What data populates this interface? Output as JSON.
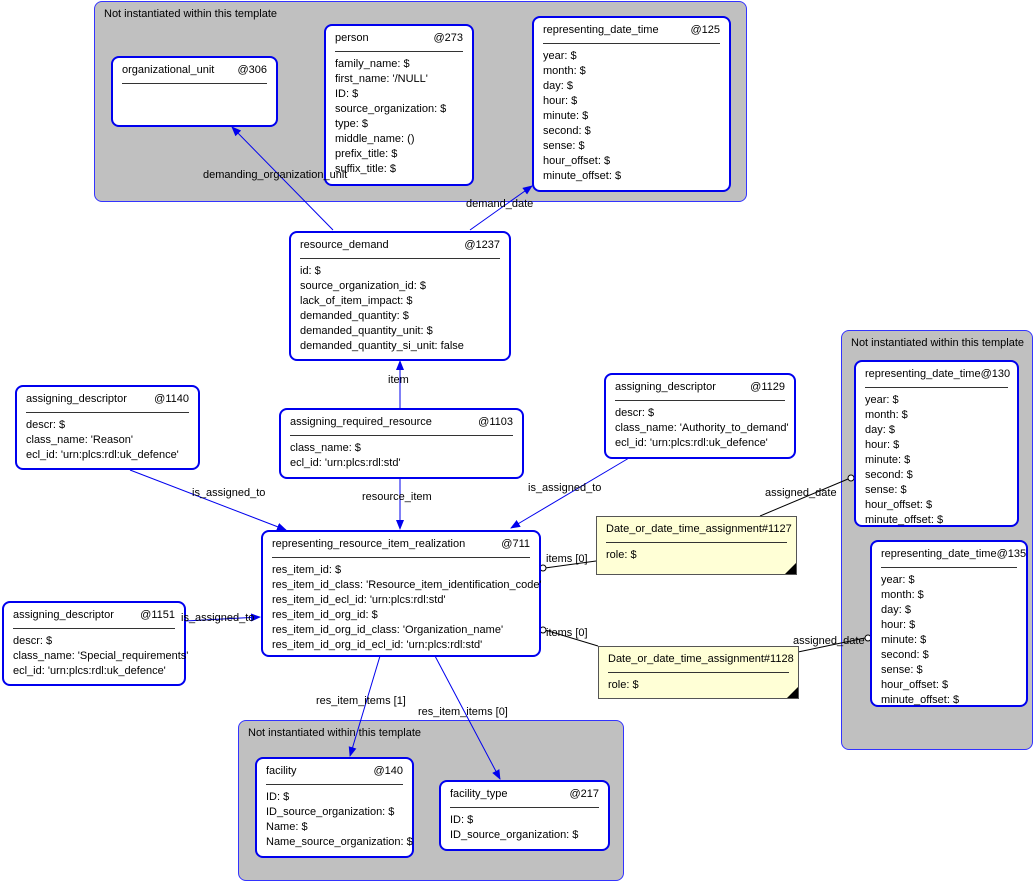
{
  "groups": {
    "top": "Not instantiated within this template",
    "right": "Not instantiated within this template",
    "bottom": "Not instantiated within this template"
  },
  "entities": {
    "org_unit": {
      "name": "organizational_unit",
      "ref": "@306",
      "attrs": []
    },
    "person": {
      "name": "person",
      "ref": "@273",
      "attrs": [
        "family_name: $",
        "first_name: '/NULL'",
        "ID: $",
        "source_organization: $",
        "type: $",
        "middle_name: ()",
        "prefix_title: $",
        "suffix_title: $"
      ]
    },
    "rdt125": {
      "name": "representing_date_time",
      "ref": "@125",
      "attrs": [
        "year: $",
        "month: $",
        "day: $",
        "hour: $",
        "minute: $",
        "second: $",
        "sense: $",
        "hour_offset: $",
        "minute_offset: $"
      ]
    },
    "resource_demand": {
      "name": "resource_demand",
      "ref": "@1237",
      "attrs": [
        "id: $",
        "source_organization_id: $",
        "lack_of_item_impact: $",
        "demanded_quantity: $",
        "demanded_quantity_unit: $",
        "demanded_quantity_si_unit: false"
      ]
    },
    "arr": {
      "name": "assigning_required_resource",
      "ref": "@1103",
      "attrs": [
        "class_name: $",
        "ecl_id: 'urn:plcs:rdl:std'"
      ]
    },
    "ad1140": {
      "name": "assigning_descriptor",
      "ref": "@1140",
      "attrs": [
        "descr: $",
        "class_name: 'Reason'",
        "ecl_id: 'urn:plcs:rdl:uk_defence'"
      ]
    },
    "ad1129": {
      "name": "assigning_descriptor",
      "ref": "@1129",
      "attrs": [
        "descr: $",
        "class_name: 'Authority_to_demand'",
        "ecl_id: 'urn:plcs:rdl:uk_defence'"
      ]
    },
    "rrir": {
      "name": "representing_resource_item_realization",
      "ref": "@711",
      "attrs": [
        "res_item_id: $",
        "res_item_id_class: 'Resource_item_identification_code'",
        "res_item_id_ecl_id: 'urn:plcs:rdl:std'",
        "res_item_id_org_id: $",
        "res_item_id_org_id_class: 'Organization_name'",
        "res_item_id_org_id_ecl_id: 'urn:plcs:rdl:std'"
      ]
    },
    "ad1151": {
      "name": "assigning_descriptor",
      "ref": "@1151",
      "attrs": [
        "descr: $",
        "class_name: 'Special_requirements'",
        "ecl_id: 'urn:plcs:rdl:uk_defence'"
      ]
    },
    "d1127": {
      "name": "Date_or_date_time_assignment#1127",
      "ref": "",
      "attrs": [
        "role: $"
      ]
    },
    "d1128": {
      "name": "Date_or_date_time_assignment#1128",
      "ref": "",
      "attrs": [
        "role: $"
      ]
    },
    "rdt130": {
      "name": "representing_date_time",
      "ref": "@130",
      "attrs": [
        "year: $",
        "month: $",
        "day: $",
        "hour: $",
        "minute: $",
        "second: $",
        "sense: $",
        "hour_offset: $",
        "minute_offset: $"
      ]
    },
    "rdt135": {
      "name": "representing_date_time",
      "ref": "@135",
      "attrs": [
        "year: $",
        "month: $",
        "day: $",
        "hour: $",
        "minute: $",
        "second: $",
        "sense: $",
        "hour_offset: $",
        "minute_offset: $"
      ]
    },
    "facility": {
      "name": "facility",
      "ref": "@140",
      "attrs": [
        "ID: $",
        "ID_source_organization: $",
        "Name: $",
        "Name_source_organization: $"
      ]
    },
    "facility_type": {
      "name": "facility_type",
      "ref": "@217",
      "attrs": [
        "ID: $",
        "ID_source_organization: $"
      ]
    }
  },
  "edges": {
    "demanding_org": "demanding_organization_unit",
    "demand_date": "demand_date",
    "item": "item",
    "resource_item": "resource_item",
    "assigned1": "is_assigned_to",
    "assigned2": "is_assigned_to",
    "assigned3": "is_assigned_to",
    "items1": "res_item_items [1]",
    "items0": "res_item_items [0]",
    "d_items1": "items [0]",
    "d_items2": "items [0]",
    "adate1": "assigned_date",
    "adate2": "assigned_date"
  },
  "colors": {
    "edge": "#0000ee",
    "group": "#c0c0c0",
    "note": "#ffffd6"
  }
}
